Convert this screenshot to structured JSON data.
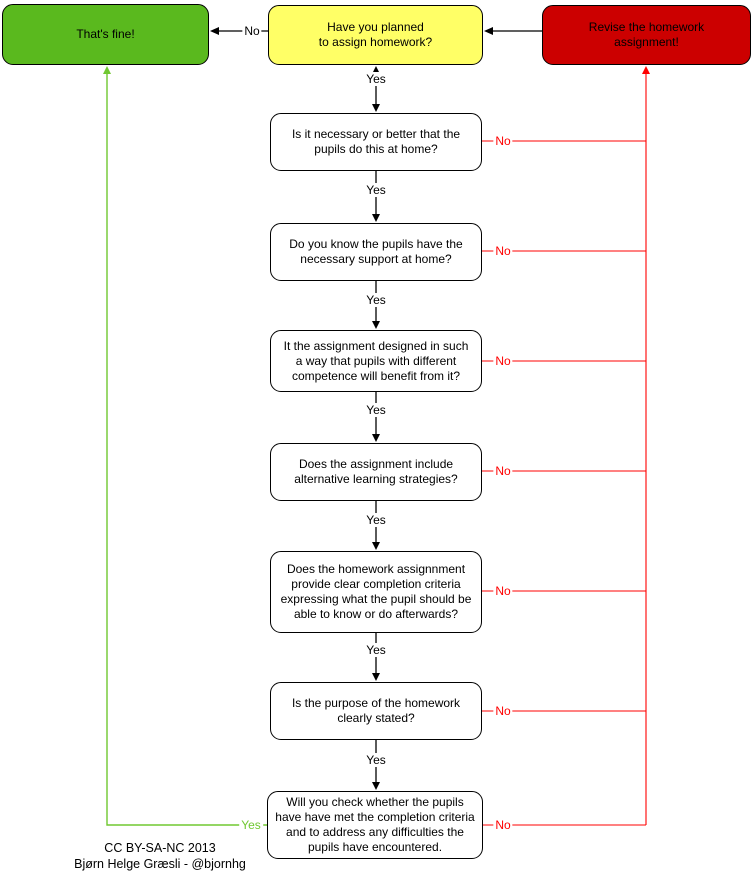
{
  "nodes": {
    "fine": {
      "lines": [
        "That's fine!"
      ]
    },
    "start": {
      "lines": [
        "Have you planned",
        "to assign homework?"
      ]
    },
    "revise": {
      "lines": [
        "Revise the homework",
        "assignment!"
      ]
    }
  },
  "questions": [
    {
      "lines": [
        "Is it necessary or better that the",
        "pupils do this at home?"
      ]
    },
    {
      "lines": [
        "Do you know the pupils have the",
        "necessary support at home?"
      ]
    },
    {
      "lines": [
        "It the assignment designed in such",
        "a way that pupils with different",
        "competence will benefit from it?"
      ]
    },
    {
      "lines": [
        "Does the assignment include",
        "alternative learning strategies?"
      ]
    },
    {
      "lines": [
        "Does the homework assignnment",
        "provide clear completion criteria",
        "expressing what the pupil should be",
        "able to know or do afterwards?"
      ]
    },
    {
      "lines": [
        "Is the purpose of the homework",
        "clearly stated?"
      ]
    },
    {
      "lines": [
        "Will you check whether the pupils",
        "have have met the completion criteria",
        "and to address any difficulties the",
        "pupils have encountered."
      ]
    }
  ],
  "labels": {
    "yes": "Yes",
    "no": "No"
  },
  "colors": {
    "green_node": "#5ab91e",
    "yellow_node": "#ffff66",
    "red_node": "#cc0000",
    "no_path": "#ff0000",
    "final_yes_path": "#70c831",
    "yes_path": "#000000",
    "border": "#000000"
  },
  "attribution": {
    "lines": [
      "CC BY-SA-NC 2013",
      "Bjørn Helge Græsli - @bjornhg"
    ]
  }
}
